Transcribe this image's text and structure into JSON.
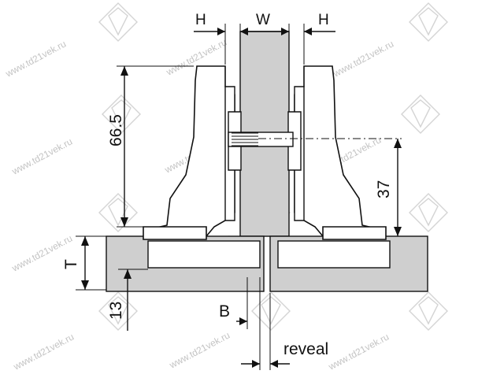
{
  "diagram": {
    "labels": {
      "h_left": "H",
      "w": "W",
      "h_right": "H",
      "height_66": "66.5",
      "height_37": "37",
      "t": "T",
      "depth_13": "13",
      "b": "B",
      "reveal": "reveal"
    },
    "watermark_text": "www.td21vek.ru",
    "colors": {
      "stroke": "#111111",
      "panel_fill": "#cfcfcf",
      "hinge_fill": "#ffffff",
      "watermark": "#b9b9b9"
    }
  }
}
